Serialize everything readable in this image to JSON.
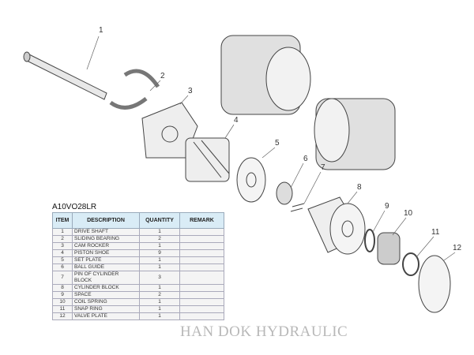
{
  "model": "A10VO28LR",
  "headers": [
    "ITEM",
    "DESCRIPTION",
    "QUANTITY",
    "REMARK"
  ],
  "rows": [
    [
      "1",
      "DRIVE SHAFT",
      "1",
      ""
    ],
    [
      "2",
      "SLIDING BEARING",
      "2",
      ""
    ],
    [
      "3",
      "CAM ROCKER",
      "1",
      ""
    ],
    [
      "4",
      "PISTON SHOE",
      "9",
      ""
    ],
    [
      "5",
      "SET PLATE",
      "1",
      ""
    ],
    [
      "6",
      "BALL GUIDE",
      "1",
      ""
    ],
    [
      "7",
      "PIN OF CYLINDER BLOCK",
      "3",
      ""
    ],
    [
      "8",
      "CYLINDER BLOCK",
      "1",
      ""
    ],
    [
      "9",
      "SPACE",
      "2",
      ""
    ],
    [
      "10",
      "COIL SPRING",
      "1",
      ""
    ],
    [
      "11",
      "SNAP RING",
      "1",
      ""
    ],
    [
      "12",
      "VALVE PLATE",
      "1",
      ""
    ]
  ],
  "part_labels": [
    "1",
    "2",
    "3",
    "4",
    "5",
    "6",
    "7",
    "8",
    "9",
    "10",
    "11",
    "12"
  ],
  "watermark": "HAN DOK HYDRAULIC"
}
